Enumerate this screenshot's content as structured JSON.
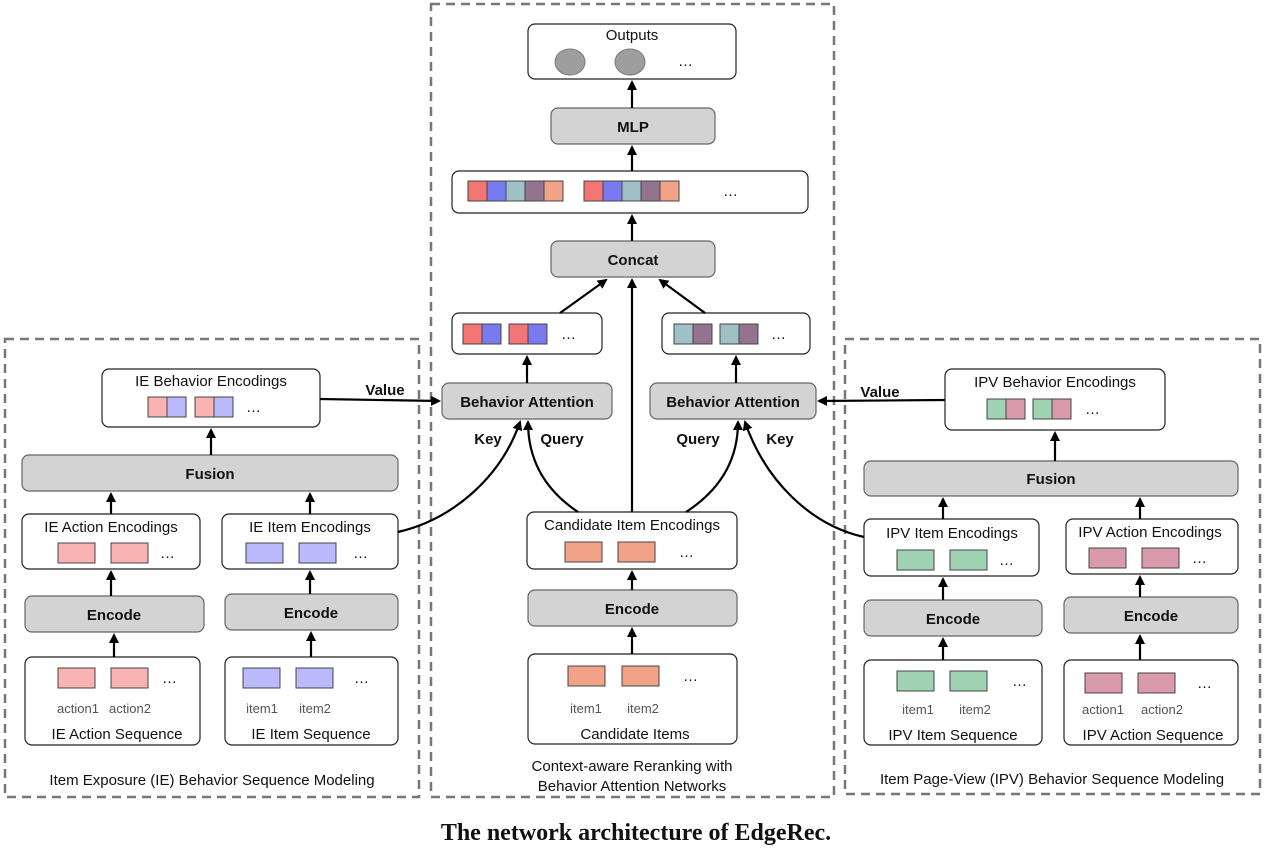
{
  "caption": "The network architecture of EdgeRec.",
  "colors": {
    "ie_action": "#f9b3b3",
    "ie_item": "#b9b9fb",
    "candidate": "#f1a287",
    "ipv_item": "#9fd3b4",
    "ipv_action": "#d99aac",
    "red": "#f47575",
    "blue": "#7a7af0",
    "teal": "#9fc0c6",
    "mauve": "#94738f",
    "salmon": "#f1a287",
    "output_node": "#9e9e9e"
  },
  "ellipsis": "…",
  "left_section": {
    "title": "Item Exposure (IE) Behavior Sequence Modeling",
    "behavior_encodings": "IE Behavior Encodings",
    "fusion": "Fusion",
    "action_encodings": "IE Action Encodings",
    "item_encodings": "IE Item Encodings",
    "encode_a": "Encode",
    "encode_b": "Encode",
    "action_sequence": "IE Action Sequence",
    "item_sequence": "IE Item Sequence",
    "action1": "action1",
    "action2": "action2",
    "item1": "item1",
    "item2": "item2",
    "value": "Value",
    "key": "Key"
  },
  "center_section": {
    "title_line1": "Context-aware Reranking with",
    "title_line2": "Behavior Attention Networks",
    "outputs": "Outputs",
    "mlp": "MLP",
    "concat": "Concat",
    "behavior_attention_left": "Behavior Attention",
    "behavior_attention_right": "Behavior Attention",
    "query_left": "Query",
    "query_right": "Query",
    "candidate_encodings": "Candidate Item Encodings",
    "encode": "Encode",
    "candidate_items": "Candidate Items",
    "item1": "item1",
    "item2": "item2"
  },
  "right_section": {
    "title": "Item Page-View (IPV) Behavior Sequence Modeling",
    "behavior_encodings": "IPV Behavior Encodings",
    "fusion": "Fusion",
    "item_encodings": "IPV Item Encodings",
    "action_encodings": "IPV Action Encodings",
    "encode_a": "Encode",
    "encode_b": "Encode",
    "item_sequence": "IPV Item Sequence",
    "action_sequence": "IPV Action Sequence",
    "item1": "item1",
    "item2": "item2",
    "action1": "action1",
    "action2": "action2",
    "value": "Value",
    "key": "Key"
  }
}
